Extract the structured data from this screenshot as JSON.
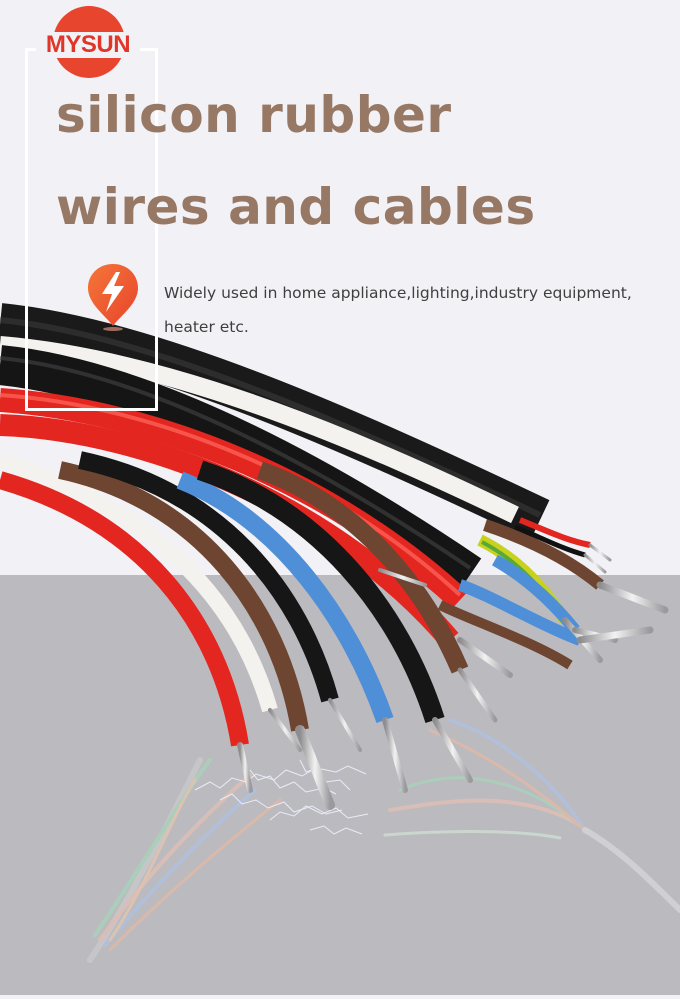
{
  "brand": {
    "logo_text": "MYSUN",
    "logo_color": "#e8452e"
  },
  "headline": {
    "line1": "silicon rubber",
    "line2": "wires and cables",
    "color": "#967865"
  },
  "feature": {
    "icon": "lightning-pin-icon",
    "icon_color": "#ee5a2c",
    "text": "Widely used in home appliance,lighting,industry equipment, heater etc."
  },
  "background": {
    "top_color": "#f2f1f5",
    "bottom_color": "#bbbabf"
  },
  "product_image": {
    "subject": "bundle of colored silicon rubber insulated wires with stripped tinned copper ends and electric sparks",
    "wire_colors": [
      "#111111",
      "#f4f2ee",
      "#e3261f",
      "#6e4530",
      "#4f8fd8",
      "#c8d21e"
    ]
  }
}
